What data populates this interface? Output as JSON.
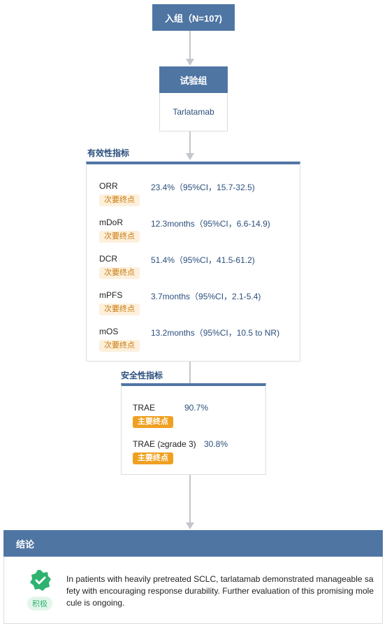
{
  "enrollment": {
    "label": "入组（N=107)"
  },
  "group": {
    "header": "试验组",
    "drug": "Tarlatamab"
  },
  "efficacy": {
    "title": "有效性指标",
    "items": [
      {
        "name": "ORR",
        "value": "23.4%（95%CI，15.7-32.5)",
        "tag": "次要终点"
      },
      {
        "name": "mDoR",
        "value": "12.3months（95%CI，6.6-14.9)",
        "tag": "次要终点"
      },
      {
        "name": "DCR",
        "value": "51.4%（95%CI，41.5-61.2)",
        "tag": "次要终点"
      },
      {
        "name": "mPFS",
        "value": "3.7months（95%CI，2.1-5.4)",
        "tag": "次要终点"
      },
      {
        "name": "mOS",
        "value": "13.2months（95%CI，10.5 to NR)",
        "tag": "次要终点"
      }
    ]
  },
  "safety": {
    "title": "安全性指标",
    "items": [
      {
        "name": "TRAE",
        "value": "90.7%",
        "tag": "主要终点"
      },
      {
        "name": "TRAE (≥grade 3)",
        "value": "30.8%",
        "tag": "主要终点"
      }
    ]
  },
  "conclusion": {
    "title": "结论",
    "badge": "积极",
    "text": "In patients with heavily pretreated SCLC, tarlatamab demonstrated manageable safety with encouraging response durability. Further evaluation of this promising molecule is ongoing.",
    "colors": {
      "badge_green": "#2db36f",
      "header_blue": "#4f75a3"
    }
  }
}
